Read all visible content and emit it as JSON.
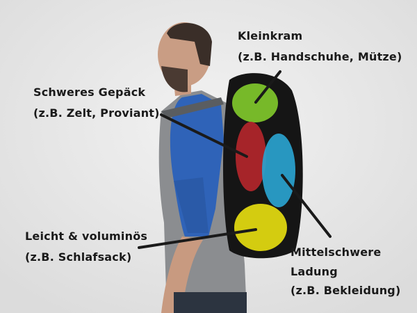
{
  "labels": {
    "small_items": {
      "title": "Kleinkram",
      "example": "(z.B. Handschuhe, Mütze)"
    },
    "heavy": {
      "title": "Schweres Gepäck",
      "example": "(z.B. Zelt, Proviant)"
    },
    "light": {
      "title": "Leicht & voluminös",
      "example": "(z.B. Schlafsack)"
    },
    "medium": {
      "title_line1": "Mittelschwere",
      "title_line2": "Ladung",
      "example": "(z.B. Bekleidung)"
    }
  },
  "zone_colors": {
    "small_items": "#7cc22a",
    "heavy": "#b3262b",
    "medium": "#2aa3cf",
    "light": "#d4cc10"
  }
}
